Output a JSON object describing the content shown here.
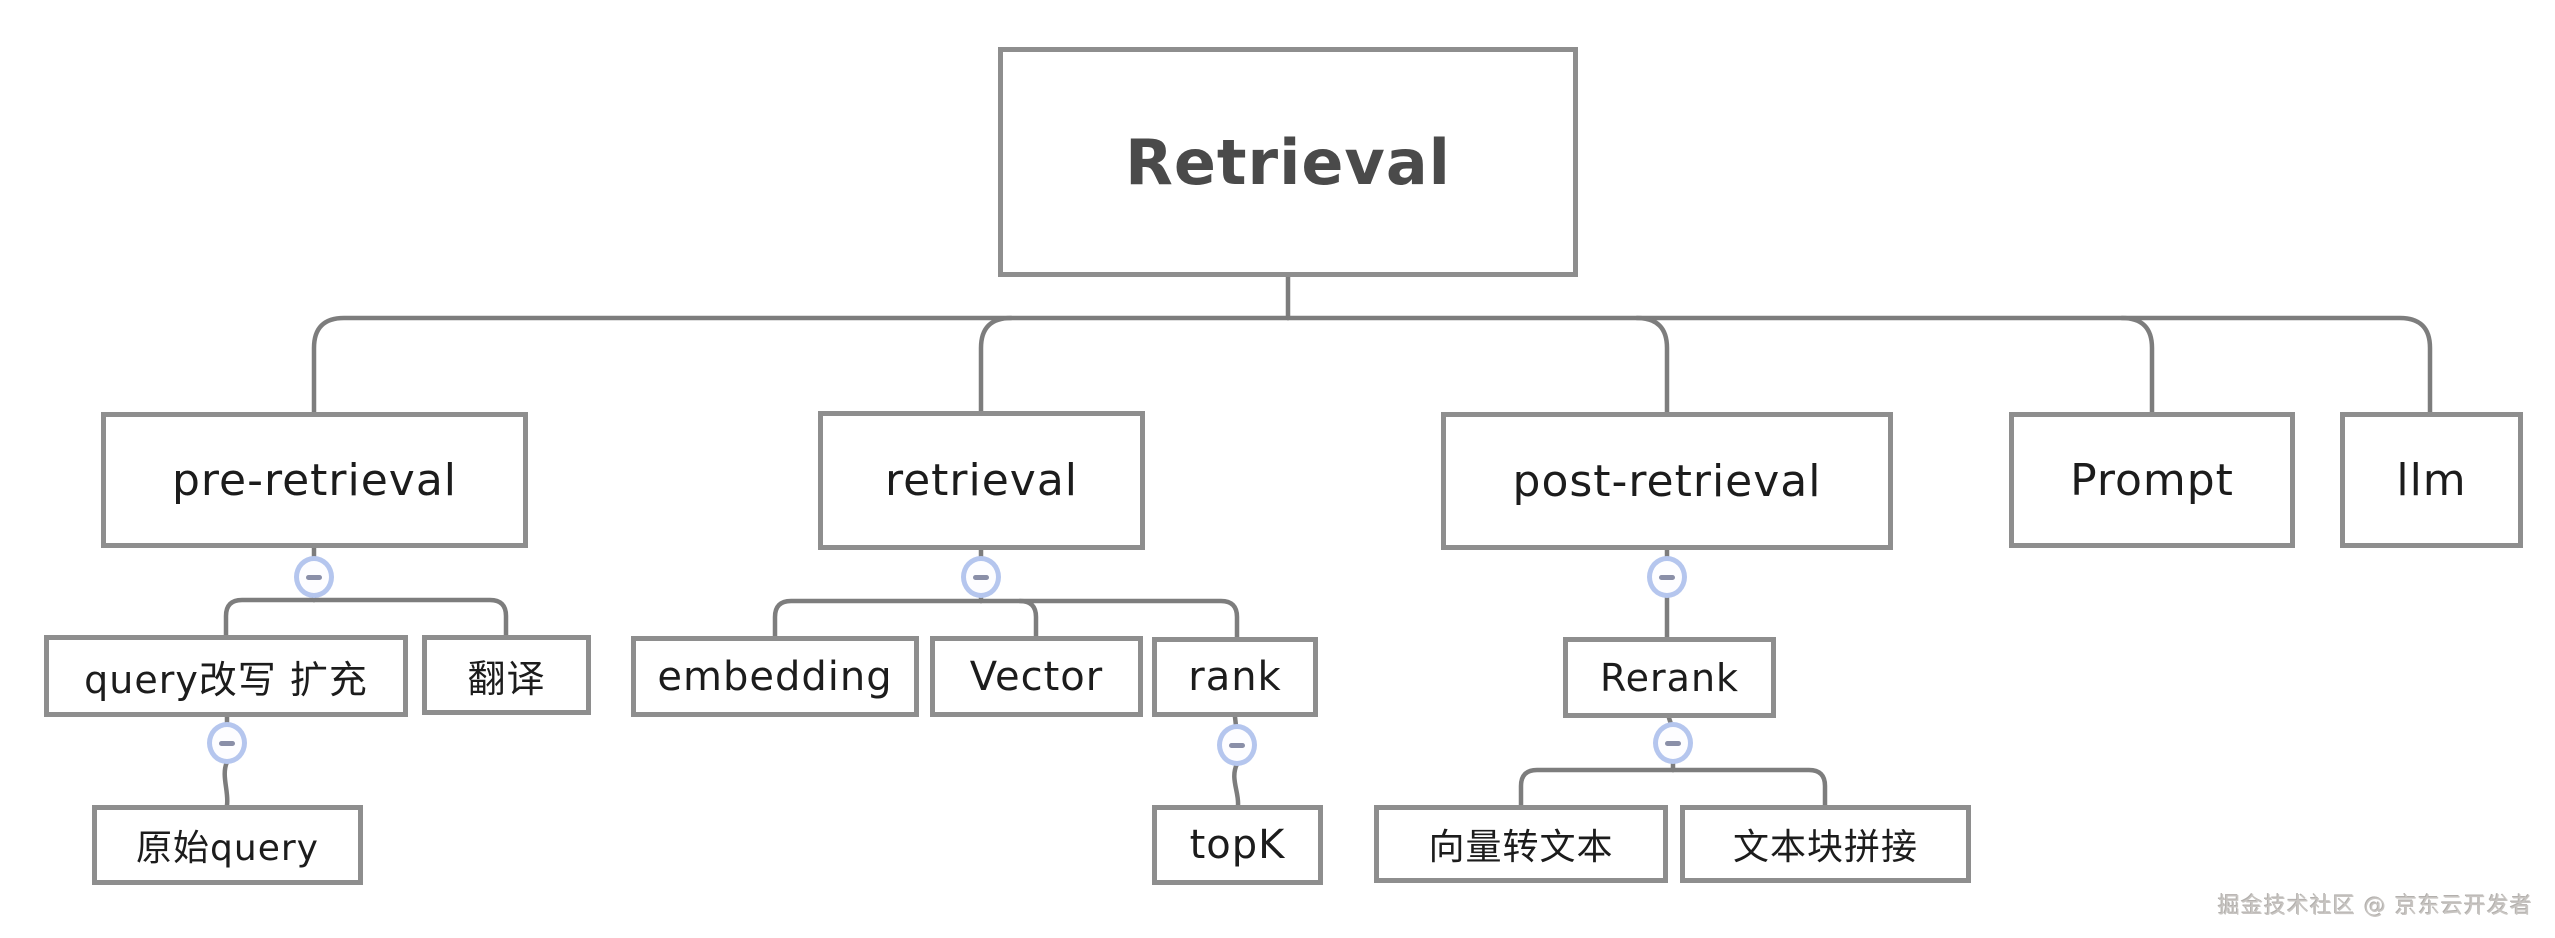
{
  "palette": {
    "box_border": "#8e8e8e",
    "connector_line": "#7d7d7d",
    "node_text": "#1c1c1c",
    "root_text": "#4a4a4a",
    "collapse_border": "#b5c6ee",
    "collapse_minus": "#8a8fa8",
    "watermark_text": "#c8c5c2"
  },
  "nodes": {
    "root": {
      "label": "Retrieval"
    },
    "pre_retrieval": {
      "label": "pre-retrieval"
    },
    "retrieval": {
      "label": "retrieval"
    },
    "post_retrieval": {
      "label": "post-retrieval"
    },
    "prompt": {
      "label": "Prompt"
    },
    "llm": {
      "label": "llm"
    },
    "query_rewrite": {
      "label": "query改写 扩充"
    },
    "translate": {
      "label": "翻译"
    },
    "original_query": {
      "label": "原始query"
    },
    "embedding": {
      "label": "embedding"
    },
    "vector": {
      "label": "Vector"
    },
    "rank": {
      "label": "rank"
    },
    "topk": {
      "label": "topK"
    },
    "rerank": {
      "label": "Rerank"
    },
    "vector_to_text": {
      "label": "向量转文本"
    },
    "text_chunk_join": {
      "label": "文本块拼接"
    }
  },
  "tree": {
    "root": "Retrieval",
    "children": [
      {
        "label": "pre-retrieval",
        "children": [
          {
            "label": "query改写 扩充",
            "children": [
              {
                "label": "原始query"
              }
            ]
          },
          {
            "label": "翻译"
          }
        ]
      },
      {
        "label": "retrieval",
        "children": [
          {
            "label": "embedding"
          },
          {
            "label": "Vector"
          },
          {
            "label": "rank",
            "children": [
              {
                "label": "topK"
              }
            ]
          }
        ]
      },
      {
        "label": "post-retrieval",
        "children": [
          {
            "label": "Rerank",
            "children": [
              {
                "label": "向量转文本"
              },
              {
                "label": "文本块拼接"
              }
            ]
          }
        ]
      },
      {
        "label": "Prompt"
      },
      {
        "label": "llm"
      }
    ]
  },
  "watermark": {
    "text": "掘金技术社区 @ 京东云开发者"
  }
}
